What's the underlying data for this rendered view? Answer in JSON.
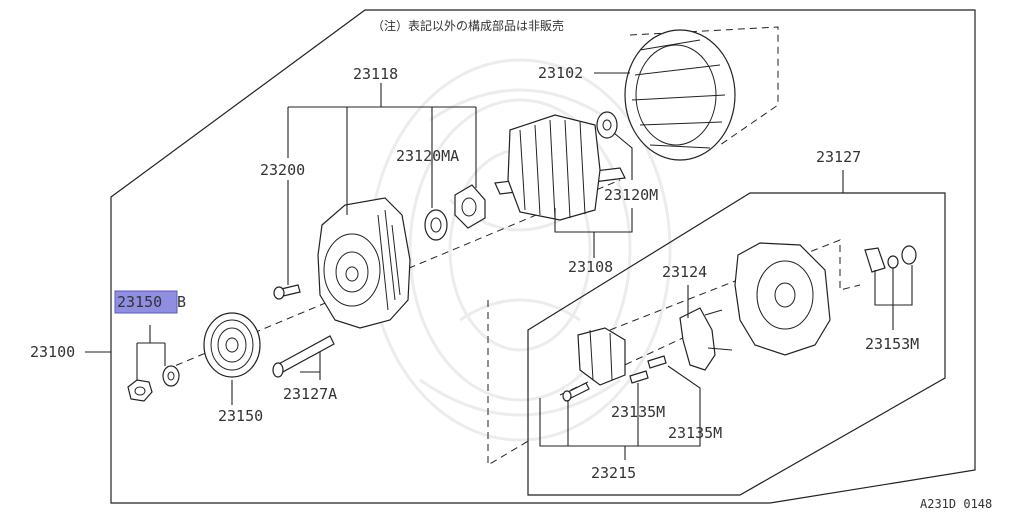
{
  "note": "（注）表記以外の構成部品は非販売",
  "figure_code": "A231D 0148",
  "highlighted": {
    "code": "23150",
    "suffix": "B"
  },
  "labels": {
    "p23100": "23100",
    "p23118": "23118",
    "p23102": "23102",
    "p23200": "23200",
    "p23120MA": "23120MA",
    "p23120M": "23120M",
    "p23108": "23108",
    "p23127": "23127",
    "p23124": "23124",
    "p23153M": "23153M",
    "p23127A": "23127A",
    "p23150": "23150",
    "p23135M_1": "23135M",
    "p23135M_2": "23135M",
    "p23215": "23215"
  }
}
